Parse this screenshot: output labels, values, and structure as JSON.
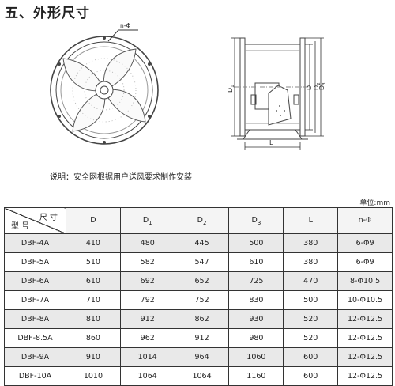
{
  "section_title": "五、外形尺寸",
  "drawing_labels": {
    "bolt_holes": "n-Φ",
    "d1": "D",
    "d1_sub": "1",
    "d": "D",
    "d2": "D",
    "d2_sub": "2",
    "d3": "D",
    "d3_sub": "3",
    "length": "L"
  },
  "note": "说明：安全网根据用户送风要求制作安装",
  "unit": "单位:mm",
  "table": {
    "header_top": "尺 寸",
    "header_bottom": "型 号",
    "columns": [
      {
        "main": "D",
        "sub": ""
      },
      {
        "main": "D",
        "sub": "1"
      },
      {
        "main": "D",
        "sub": "2"
      },
      {
        "main": "D",
        "sub": "3"
      },
      {
        "main": "L",
        "sub": ""
      },
      {
        "main": "n-Φ",
        "sub": ""
      }
    ],
    "rows": [
      [
        "DBF-4A",
        "410",
        "480",
        "445",
        "500",
        "380",
        "6-Φ9"
      ],
      [
        "DBF-5A",
        "510",
        "582",
        "547",
        "610",
        "380",
        "6-Φ9"
      ],
      [
        "DBF-6A",
        "610",
        "692",
        "652",
        "725",
        "470",
        "8-Φ10.5"
      ],
      [
        "DBF-7A",
        "710",
        "792",
        "752",
        "830",
        "500",
        "10-Φ10.5"
      ],
      [
        "DBF-8A",
        "810",
        "912",
        "862",
        "930",
        "520",
        "12-Φ12.5"
      ],
      [
        "DBF-8.5A",
        "860",
        "962",
        "912",
        "980",
        "520",
        "12-Φ12.5"
      ],
      [
        "DBF-9A",
        "910",
        "1014",
        "964",
        "1060",
        "600",
        "12-Φ12.5"
      ],
      [
        "DBF-10A",
        "1010",
        "1064",
        "1064",
        "1160",
        "600",
        "12-Φ12.5"
      ]
    ]
  }
}
